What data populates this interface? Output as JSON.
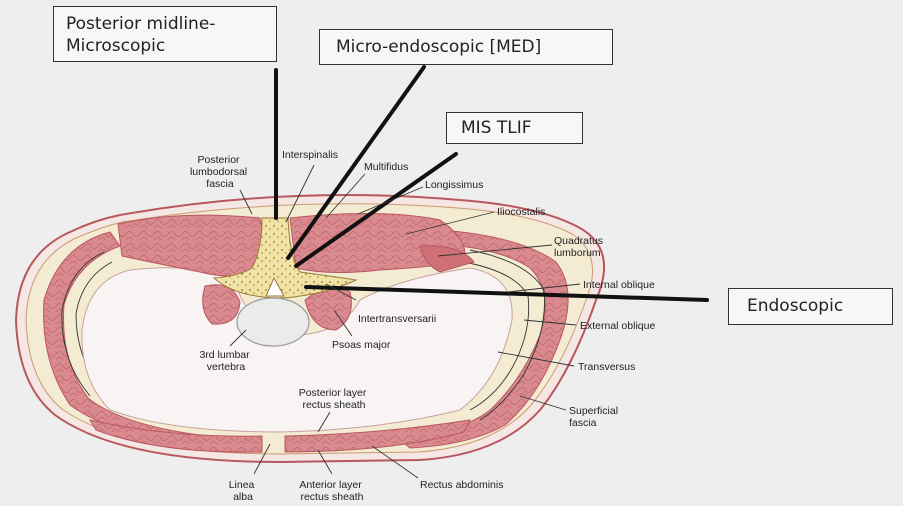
{
  "approaches": {
    "posterior_midline": {
      "line1": "Posterior midline-",
      "line2": "Microscopic"
    },
    "micro_endoscopic": "Micro-endoscopic [MED]",
    "mis_tlif": "MIS TLIF",
    "endoscopic": "Endoscopic"
  },
  "labels": {
    "posterior_lumbodorsal_fascia": [
      "Posterior",
      "lumbodorsal",
      "fascia"
    ],
    "interspinalis": "Interspinalis",
    "multifidus": "Multifidus",
    "longissimus": "Longissimus",
    "iliocostalis": "Iliocostalis",
    "quadratus_lumborum": [
      "Quadratus",
      "lumborum"
    ],
    "internal_oblique": "Internal oblique",
    "intertransversarii": "Intertransversarii",
    "external_oblique": "External oblique",
    "psoas_major": "Psoas major",
    "third_lumbar_vertebra": [
      "3rd lumbar",
      "vertebra"
    ],
    "transversus": "Transversus",
    "posterior_layer_rectus_sheath": [
      "Posterior layer",
      "rectus sheath"
    ],
    "superficial_fascia": [
      "Superficial",
      "fascia"
    ],
    "linea_alba": [
      "Linea",
      "alba"
    ],
    "anterior_layer_rectus_sheath": [
      "Anterior layer",
      "rectus sheath"
    ],
    "rectus_abdominis": "Rectus abdominis"
  },
  "colors": {
    "muscle": "#d98a8f",
    "muscle_dark": "#b9575f",
    "fat": "#f4ecd2",
    "bone": "#f1e3a6",
    "background": "#eeeeef"
  }
}
